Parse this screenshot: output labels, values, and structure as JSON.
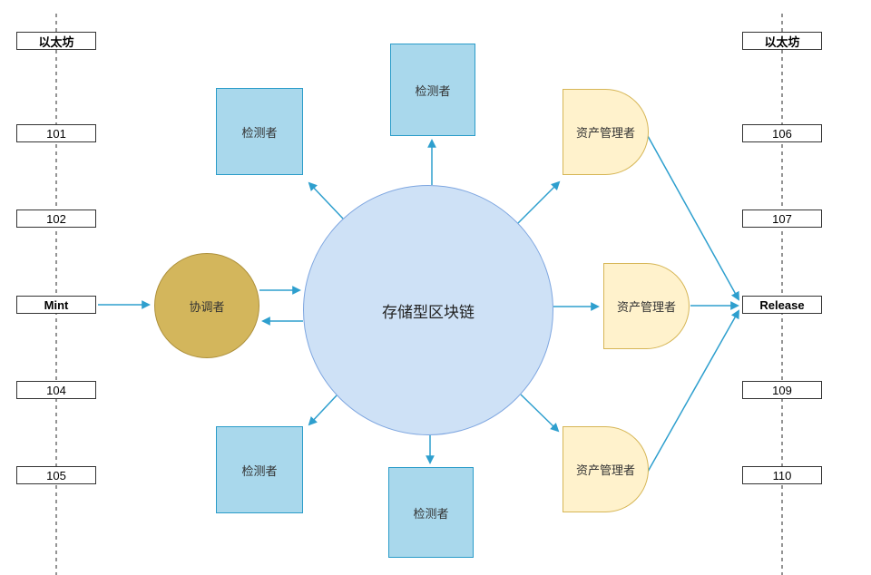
{
  "colors": {
    "arrow": "#2E9FCE",
    "detector-fill": "#A9D8EC",
    "detector-stroke": "#2B9CC9",
    "chain-fill": "#CEE1F6",
    "chain-stroke": "#7EA6E0",
    "coordinator-fill": "#D3B65C",
    "coordinator-stroke": "#AE913C",
    "manager-fill": "#FFF2CC",
    "manager-stroke": "#D6B656",
    "timeline-line": "#666666",
    "box-border": "#333333",
    "box-bg": "#FFFFFF"
  },
  "chain": {
    "label": "存储型区块链"
  },
  "coordinator": {
    "label": "协调者"
  },
  "detectors": {
    "top": "检测者",
    "upper_left": "检测者",
    "lower_left": "检测者",
    "bottom": "检测者"
  },
  "managers": {
    "upper": "资产管理者",
    "middle": "资产管理者",
    "lower": "资产管理者"
  },
  "left_timeline": [
    "以太坊",
    "101",
    "102",
    "Mint",
    "104",
    "105"
  ],
  "right_timeline": [
    "以太坊",
    "106",
    "107",
    "Release",
    "109",
    "110"
  ]
}
